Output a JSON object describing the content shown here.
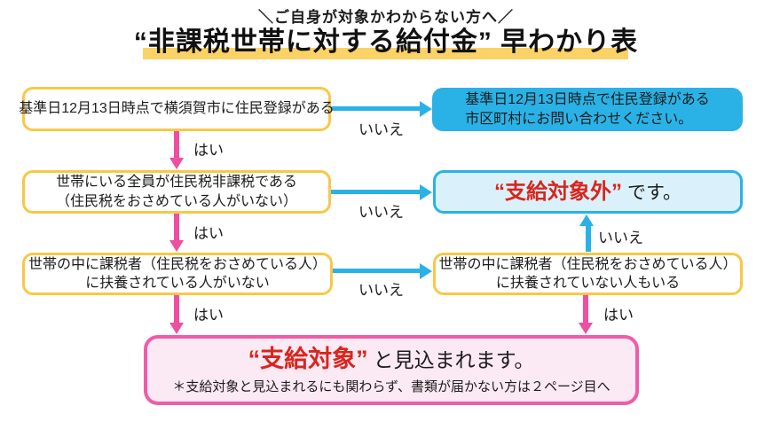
{
  "header": {
    "tagline": "＼ご自身が対象かわからない方へ／",
    "title": "“非課税世帯に対する給付金” 早わかり表"
  },
  "flowchart": {
    "boxes": {
      "q_residence": {
        "text": "基準日12月13日時点で横須賀市に住民登録がある"
      },
      "r_other_municipality": {
        "line1": "基準日12月13日時点で住民登録がある",
        "line2": "市区町村にお問い合わせください。"
      },
      "q_all_tax_exempt": {
        "line1": "世帯にいる全員が住民税非課税である",
        "line2": "（住民税をおさめている人がいない）"
      },
      "r_not_eligible": {
        "highlight": "“支給対象外”",
        "suffix": "です。"
      },
      "q_no_dependents": {
        "line1": "世帯の中に課税者（住民税をおさめている人）",
        "line2": "に扶養されている人がいない"
      },
      "q_non_dependent_exists": {
        "line1": "世帯の中に課税者（住民税をおさめている人）",
        "line2": "に扶養されていない人もいる"
      },
      "r_eligible": {
        "highlight": "“支給対象”",
        "suffix": "と見込まれます。",
        "note": "＊支給対象と見込まれるにも関わらず、書類が届かない方は２ページ目へ"
      }
    },
    "labels": {
      "yes": "はい",
      "no": "いいえ"
    }
  },
  "colors": {
    "box_border_yellow": "#f8c845",
    "arrow_blue": "#2ab2e6",
    "arrow_pink": "#ee4f9f",
    "result_border_pink": "#f05ca8",
    "fill_light_blue": "#daf1fb",
    "fill_light_pink": "#fbe9f3",
    "highlight_red": "#d9251d",
    "title_underline_yellow": "#fad266"
  }
}
